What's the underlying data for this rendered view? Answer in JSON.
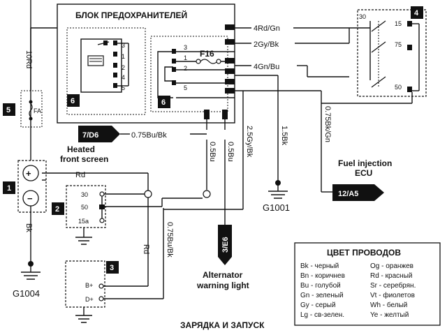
{
  "fuse_box": {
    "title": "БЛОК ПРЕДОХРАНИТЕЛЕЙ",
    "fuse_label": "F16",
    "pins_left": [
      "3",
      "1",
      "2",
      "4",
      "5"
    ],
    "pins_right": [
      "3",
      "1",
      "2",
      "5"
    ]
  },
  "wires": {
    "w1": "4Rd/Gn",
    "w2": "2Gy/Bk",
    "w3": "4Gn/Bu",
    "w4": "10Rd",
    "w5": "0.75Bu/Bk",
    "w6": "0.5Bu",
    "w7": "0.5Bu",
    "w8": "2.5Gy/Bk",
    "w9": "1.5Bk",
    "w10": "0.75Bk/Gn",
    "w11": "Rd",
    "w12": "Bk",
    "w13": "0.75Bu/Bk",
    "w14": "Rd"
  },
  "components": {
    "c1": "1",
    "c2": "2",
    "c3": "3",
    "c4": "4",
    "c5": "5",
    "c6a": "6",
    "c6b": "6",
    "fa_label": "FA",
    "relay_pins": [
      "30",
      "15",
      "75",
      "50"
    ],
    "starter_pins": [
      "30",
      "50",
      "15a"
    ],
    "alt_pins": [
      "B+",
      "D+"
    ]
  },
  "arrows": {
    "a1": "7/D6",
    "a2": "12/A5",
    "a3": "3/E6"
  },
  "texts": {
    "heated_1": "Heated",
    "heated_2": "front screen",
    "fuel_1": "Fuel injection",
    "fuel_2": "ECU",
    "alt_1": "Alternator",
    "alt_2": "warning light",
    "g1": "G1001",
    "g2": "G1004",
    "bottom_title": "ЗАРЯДКА И ЗАПУСК"
  },
  "legend": {
    "title": "ЦВЕТ ПРОВОДОВ",
    "left": [
      "Bk - черный",
      "Bn - коричнев",
      "Bu - голубой",
      "Gn - зеленый",
      "Gy - серый",
      "Lg - св-зелен."
    ],
    "right": [
      "Og - оранжев",
      "Rd - красный",
      "Sr - серебрян.",
      "Vt - фиолетов",
      "Wh - белый",
      "Ye - желтый"
    ]
  }
}
